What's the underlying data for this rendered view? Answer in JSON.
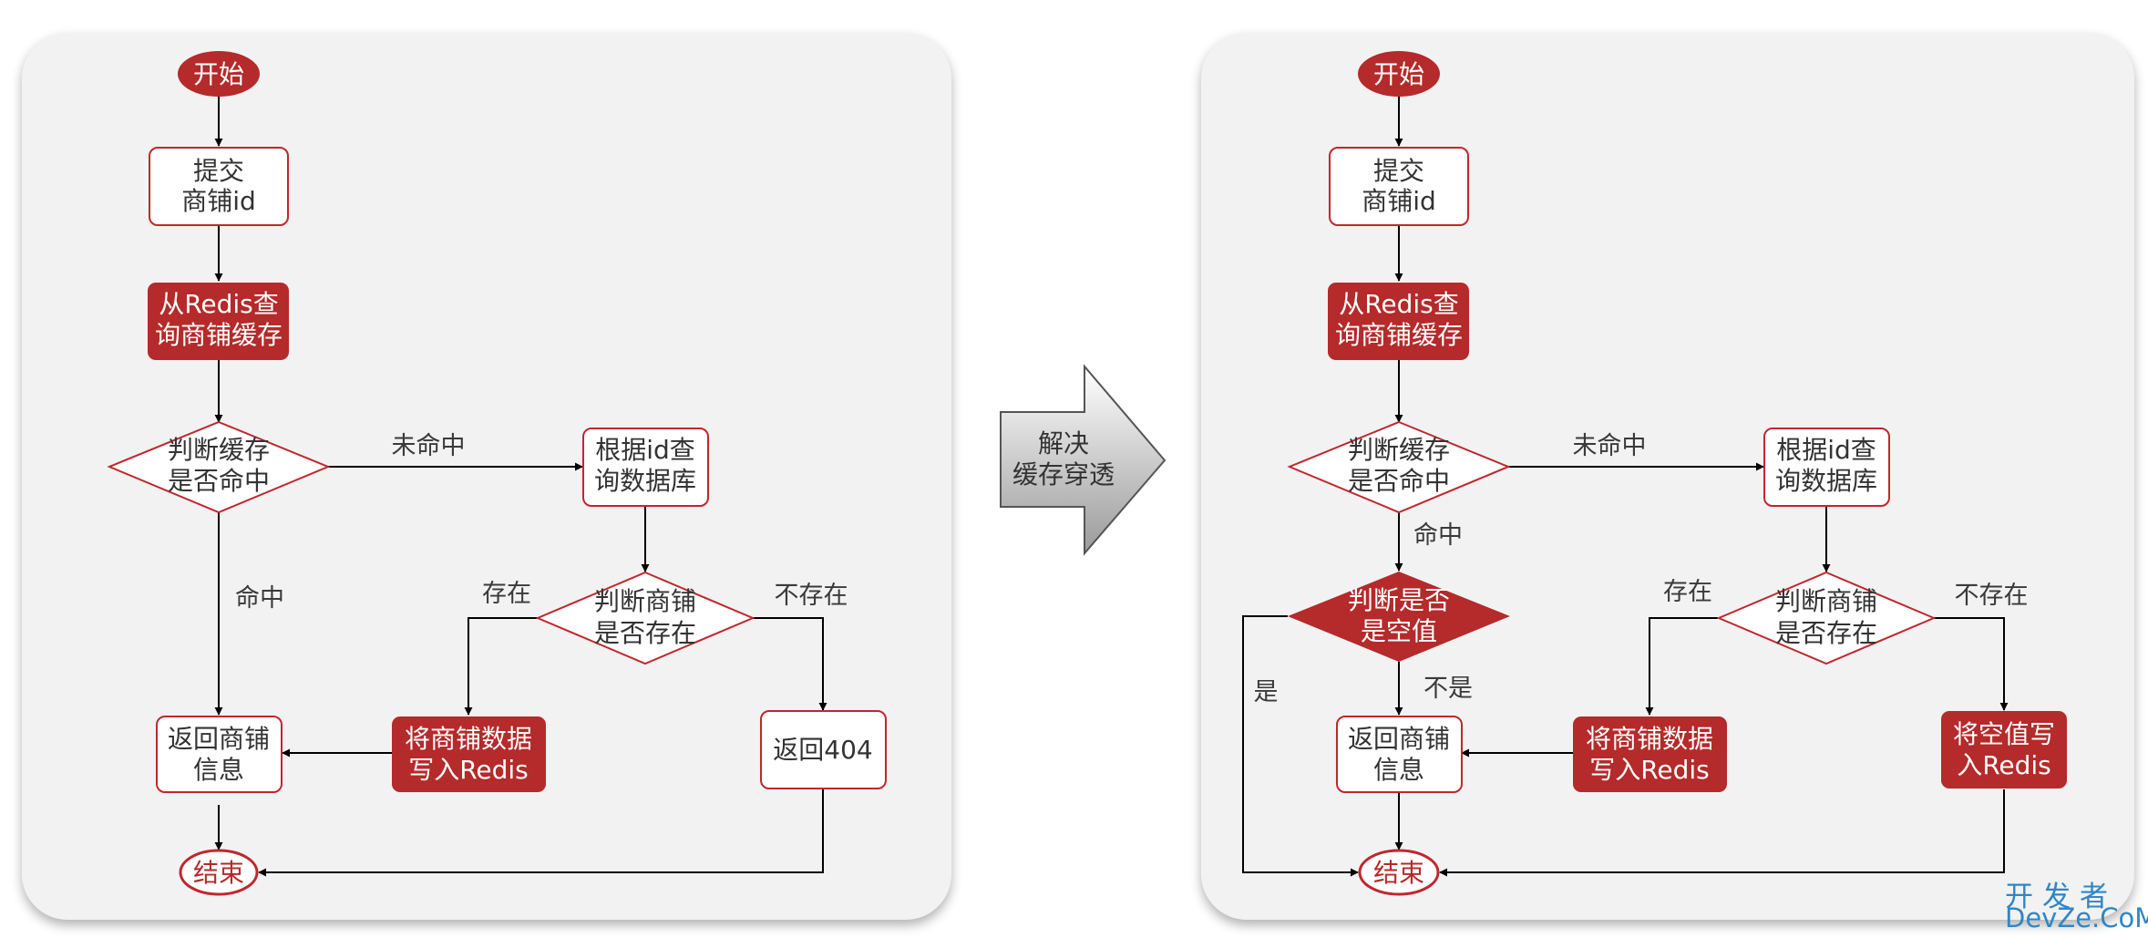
{
  "left": {
    "start": "开始",
    "submit": [
      "提交",
      "商铺id"
    ],
    "query_redis": [
      "从Redis查",
      "询商铺缓存"
    ],
    "check_cache": [
      "判断缓存",
      "是否命中"
    ],
    "miss_label": "未命中",
    "query_db": [
      "根据id查",
      "询数据库"
    ],
    "hit_label": "命中",
    "check_shop": [
      "判断商铺",
      "是否存在"
    ],
    "exists_label": "存在",
    "not_exists_label": "不存在",
    "return_shop": [
      "返回商铺",
      "信息"
    ],
    "write_redis": [
      "将商铺数据",
      "写入Redis"
    ],
    "return_404": "返回404",
    "end": "结束"
  },
  "arrow_label": [
    "解决",
    "缓存穿透"
  ],
  "right": {
    "start": "开始",
    "submit": [
      "提交",
      "商铺id"
    ],
    "query_redis": [
      "从Redis查",
      "询商铺缓存"
    ],
    "check_cache": [
      "判断缓存",
      "是否命中"
    ],
    "miss_label": "未命中",
    "query_db": [
      "根据id查",
      "询数据库"
    ],
    "hit_label": "命中",
    "check_null": [
      "判断是否",
      "是空值"
    ],
    "yes_label": "是",
    "no_label": "不是",
    "check_shop": [
      "判断商铺",
      "是否存在"
    ],
    "exists_label": "存在",
    "not_exists_label": "不存在",
    "return_shop": [
      "返回商铺",
      "信息"
    ],
    "write_redis": [
      "将商铺数据",
      "写入Redis"
    ],
    "write_null": [
      "将空值写",
      "入Redis"
    ],
    "end": "结束"
  },
  "watermark": {
    "line1": "开发者",
    "line2": "DevZe.CoM"
  },
  "colors": {
    "accent": "#b52a2a",
    "border": "#c0272d",
    "panel": "#f2f2f2",
    "text": "#3a3a3a",
    "watermark": "#2f86c8"
  }
}
